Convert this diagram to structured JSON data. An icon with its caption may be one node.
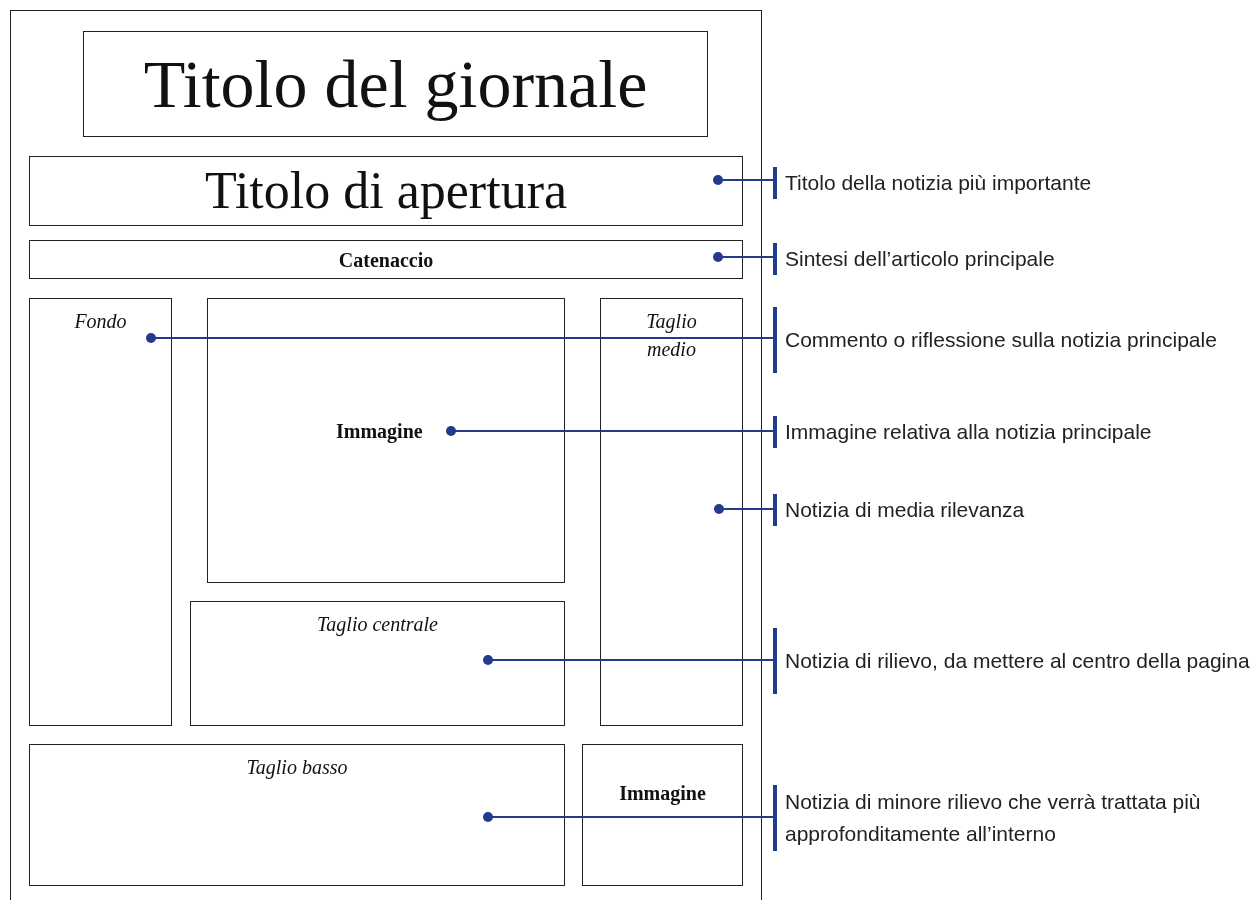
{
  "diagram": {
    "nodes": [
      {
        "text": [],
        "shape": "box"
      },
      {
        "text": [
          "Titolo del giornale"
        ],
        "in": 0
      },
      {
        "text": [
          "Titolo di apertura"
        ],
        "in": 0
      },
      {
        "text": [
          "Catenaccio"
        ],
        "in": 0
      },
      {
        "text": [
          "Fondo"
        ],
        "in": 0
      },
      {
        "text": [
          "Immagine"
        ],
        "in": 0
      },
      {
        "text": [
          "Taglio medio"
        ],
        "in": 0
      },
      {
        "text": [
          "Taglio centrale"
        ],
        "in": 0
      },
      {
        "text": [
          "Taglio basso"
        ],
        "in": 0
      },
      {
        "text": [
          "Immagine"
        ],
        "in": 0
      },
      {
        "text": [
          "Titolo della notizia più importante"
        ]
      },
      {
        "text": [
          "Sintesi dell’articolo principale"
        ]
      },
      {
        "text": [
          "Commento o riflessione sulla notizia principale"
        ]
      },
      {
        "text": [
          "Immagine relativa alla notizia principale"
        ]
      },
      {
        "text": [
          "Notizia di media rilevanza"
        ]
      },
      {
        "text": [
          "Notizia di rilievo, da mettere al centro della pagina"
        ]
      },
      {
        "text": [
          "Notizia di minore rilievo che verrà trattata più approfonditamente all’interno"
        ]
      }
    ],
    "edges": [
      {
        "from": 10,
        "to": 2,
        "arrow": "other"
      },
      {
        "from": 11,
        "to": 3,
        "arrow": "other"
      },
      {
        "from": 12,
        "to": 4,
        "arrow": "other"
      },
      {
        "from": 13,
        "to": 5,
        "arrow": "other"
      },
      {
        "from": 14,
        "to": 6,
        "arrow": "other"
      },
      {
        "from": 15,
        "to": 7,
        "arrow": "other"
      },
      {
        "from": 16,
        "to": 8,
        "arrow": "other"
      }
    ]
  }
}
